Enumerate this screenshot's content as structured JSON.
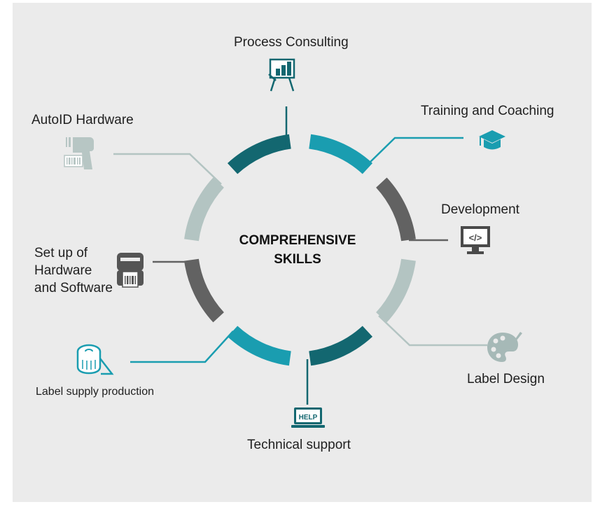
{
  "center": {
    "line1": "COMPREHENSIVE",
    "line2": "SKILLS"
  },
  "skills": [
    {
      "label": "Process Consulting",
      "icon": "presentation-chart-icon",
      "segment_color": "#136770"
    },
    {
      "label": "Training and Coaching",
      "icon": "graduation-cap-icon",
      "segment_color": "#1a9db0"
    },
    {
      "label": "Development",
      "icon": "code-monitor-icon",
      "segment_color": "#626262"
    },
    {
      "label": "Label Design",
      "icon": "palette-icon",
      "segment_color": "#b3c4c2"
    },
    {
      "label": "Technical support",
      "icon": "help-laptop-icon",
      "segment_color": "#136770"
    },
    {
      "label": "Label supply production",
      "icon": "label-roll-icon",
      "segment_color": "#1a9db0"
    },
    {
      "label_lines": [
        "Set up of",
        "Hardware",
        "and Software"
      ],
      "icon": "label-printer-icon",
      "segment_color": "#626262"
    },
    {
      "label": "AutoID Hardware",
      "icon": "barcode-scanner-icon",
      "segment_color": "#b3c4c2"
    }
  ],
  "colors": {
    "dark_teal": "#136770",
    "teal": "#1a9db0",
    "dark_gray": "#626262",
    "light_gray": "#b3c4c2",
    "background": "#ebebeb"
  }
}
